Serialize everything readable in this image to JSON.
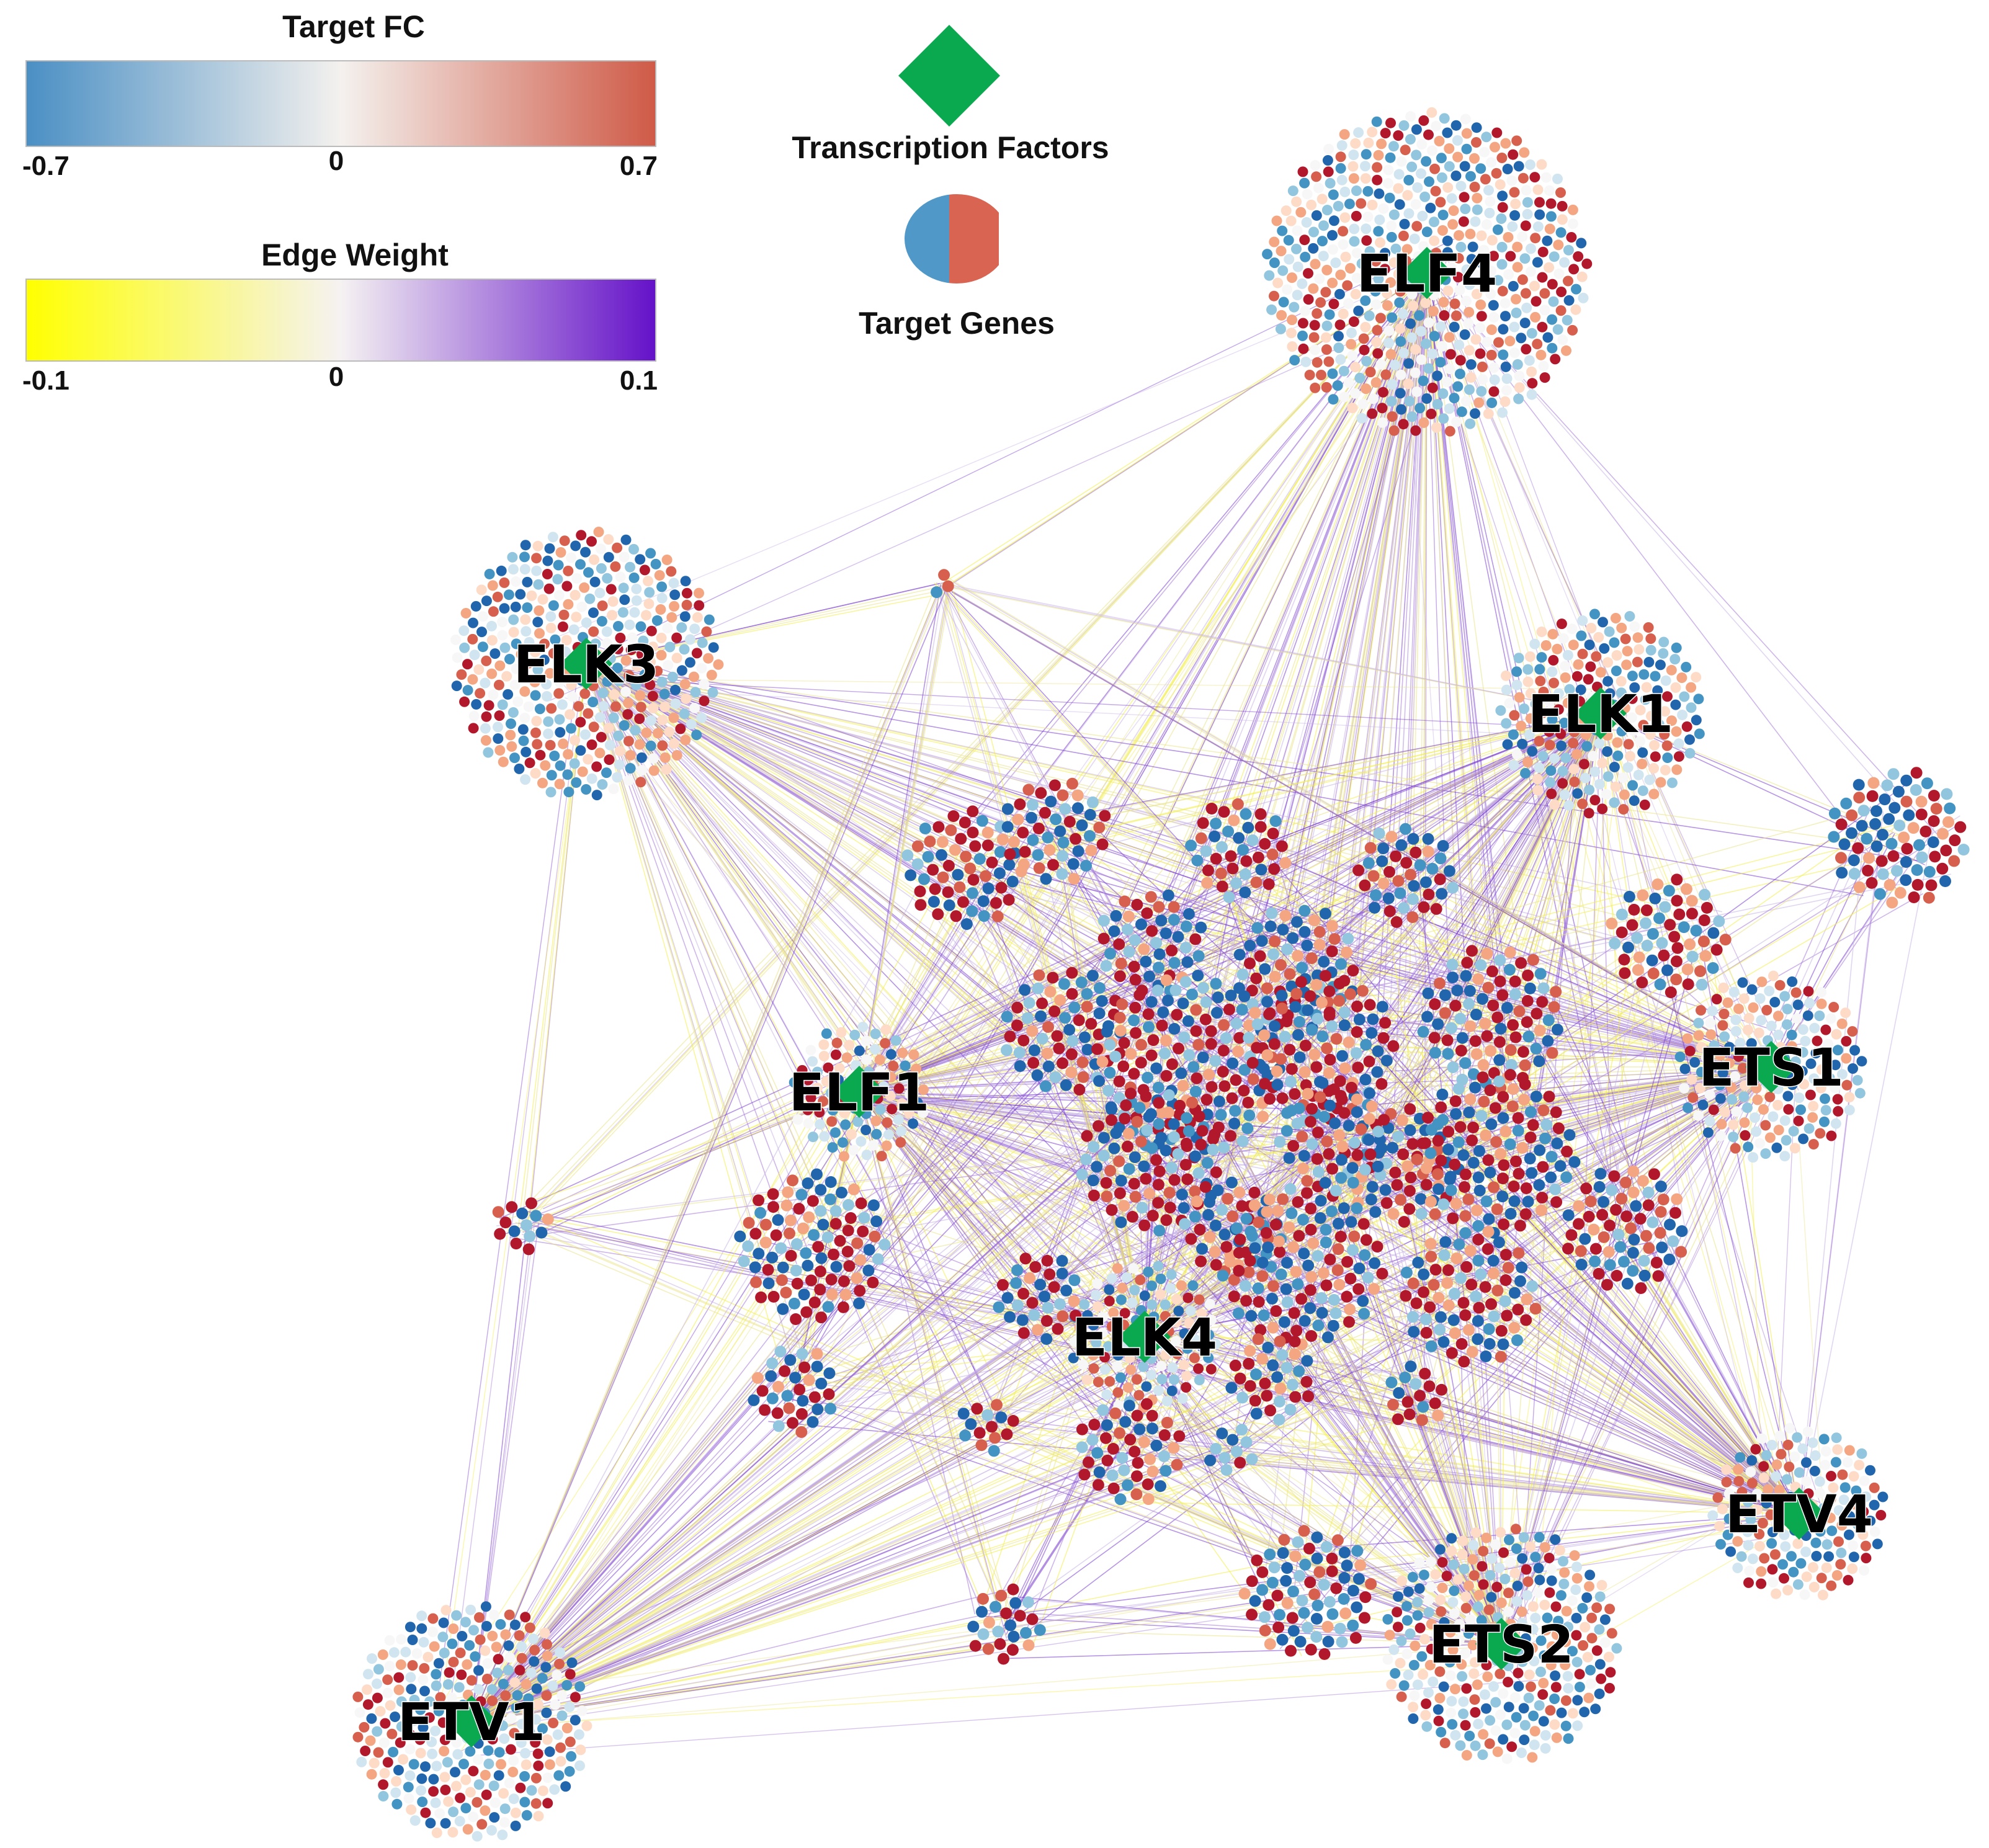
{
  "legend": {
    "target_fc": {
      "title": "Target FC",
      "min_label": "-0.7",
      "mid_label": "0",
      "max_label": "0.7",
      "colors": [
        "#4a8fc4",
        "#f4f1ee",
        "#cf5a47"
      ]
    },
    "edge_weight": {
      "title": "Edge Weight",
      "min_label": "-0.1",
      "mid_label": "0",
      "max_label": "0.1",
      "colors": [
        "#ffff00",
        "#f5f2f2",
        "#6411c8"
      ]
    },
    "transcription_factors": {
      "label": "Transcription Factors",
      "color": "#0aa84f",
      "icon": "diamond-icon"
    },
    "target_genes": {
      "label": "Target Genes",
      "colors": [
        "#4f98c8",
        "#d96452"
      ],
      "icon": "half-circle-icon"
    }
  },
  "node_colors": [
    "#2166ac",
    "#4393c3",
    "#92c5de",
    "#d1e5f0",
    "#f7f7f7",
    "#fddbc7",
    "#f4a582",
    "#d6604d",
    "#b2182b"
  ],
  "transcription_factors": [
    {
      "name": "ELF4"
    },
    {
      "name": "ELK3"
    },
    {
      "name": "ELK1"
    },
    {
      "name": "ELF1"
    },
    {
      "name": "ETS1"
    },
    {
      "name": "ELK4"
    },
    {
      "name": "ETV4"
    },
    {
      "name": "ETS2"
    },
    {
      "name": "ETV1"
    }
  ]
}
